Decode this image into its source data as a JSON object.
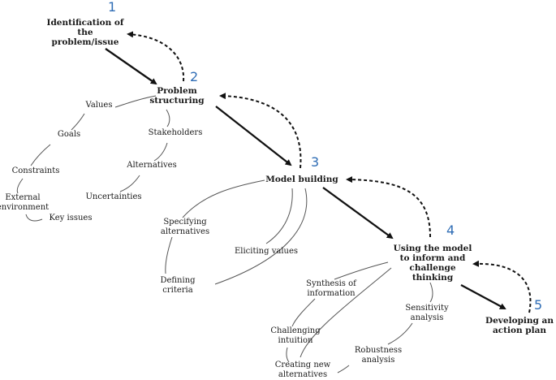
{
  "steps": [
    {
      "number": "1",
      "label_lines": [
        "Identification of",
        "the",
        "problem/issue"
      ]
    },
    {
      "number": "2",
      "label_lines": [
        "Problem",
        "structuring"
      ]
    },
    {
      "number": "3",
      "label_lines": [
        "Model building"
      ]
    },
    {
      "number": "4",
      "label_lines": [
        "Using the model",
        "to inform and",
        "challenge",
        "thinking"
      ]
    },
    {
      "number": "5",
      "label_lines": [
        "Developing an",
        "action plan"
      ]
    }
  ],
  "structuring_items": {
    "values": "Values",
    "goals": "Goals",
    "constraints": "Constraints",
    "external_environment": [
      "External",
      "environment"
    ],
    "key_issues": "Key issues",
    "stakeholders": "Stakeholders",
    "alternatives": "Alternatives",
    "uncertainties": "Uncertainties"
  },
  "model_items": {
    "specifying_alternatives": [
      "Specifying",
      "alternatives"
    ],
    "defining_criteria": [
      "Defining",
      "criteria"
    ],
    "eliciting_values": "Eliciting values"
  },
  "using_items": {
    "synthesis": [
      "Synthesis of",
      "information"
    ],
    "challenging_intuition": [
      "Challenging",
      "intuition"
    ],
    "creating_alternatives": [
      "Creating new",
      "alternatives"
    ],
    "sensitivity": [
      "Sensitivity",
      "analysis"
    ],
    "robustness": [
      "Robustness",
      "analysis"
    ]
  },
  "colors": {
    "number": "#2f6db5",
    "text": "#1a1a1a",
    "arrow": "#111111",
    "curve": "#555555"
  }
}
